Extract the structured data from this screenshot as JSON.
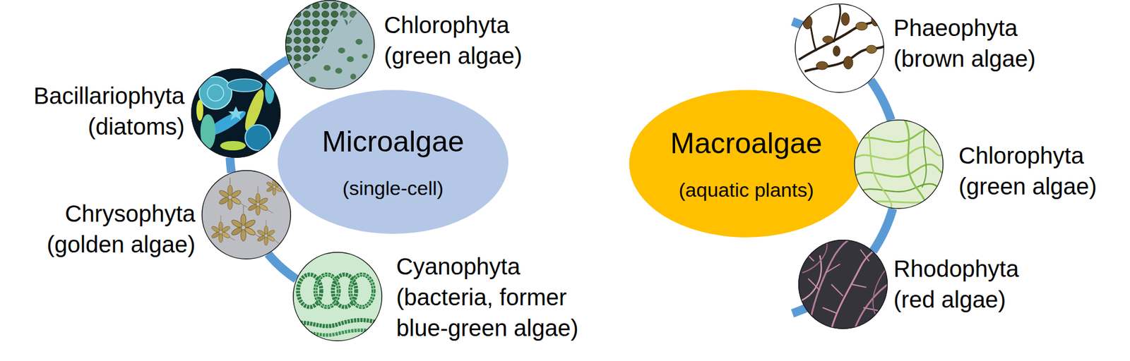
{
  "diagram": {
    "nodes": [
      {
        "text": [
          "Microalgae",
          "(single-cell)"
        ]
      },
      {
        "text": [
          "Chlorophyta",
          "(green algae)"
        ]
      },
      {
        "text": [
          "Bacillariophyta",
          "(diatoms)"
        ]
      },
      {
        "text": [
          "Chrysophyta",
          "(golden algae)"
        ]
      },
      {
        "text": [
          "Cyanophyta",
          "(bacteria, former blue-green algae)"
        ]
      },
      {
        "text": [
          "Macroalgae",
          "(aquatic plants)"
        ]
      },
      {
        "text": [
          "Phaeophyta",
          "(brown algae)"
        ]
      },
      {
        "text": [
          "Chlorophyta",
          "(green algae)"
        ]
      },
      {
        "text": [
          "Rhodophyta",
          "(red algae)"
        ]
      }
    ],
    "edges": [
      {
        "from": 1,
        "to": 2,
        "arrow": "none"
      },
      {
        "from": 2,
        "to": 3,
        "arrow": "none"
      },
      {
        "from": 3,
        "to": 4,
        "arrow": "none"
      },
      {
        "from": 6,
        "to": 7,
        "arrow": "none"
      },
      {
        "from": 7,
        "to": 8,
        "arrow": "none"
      }
    ]
  }
}
